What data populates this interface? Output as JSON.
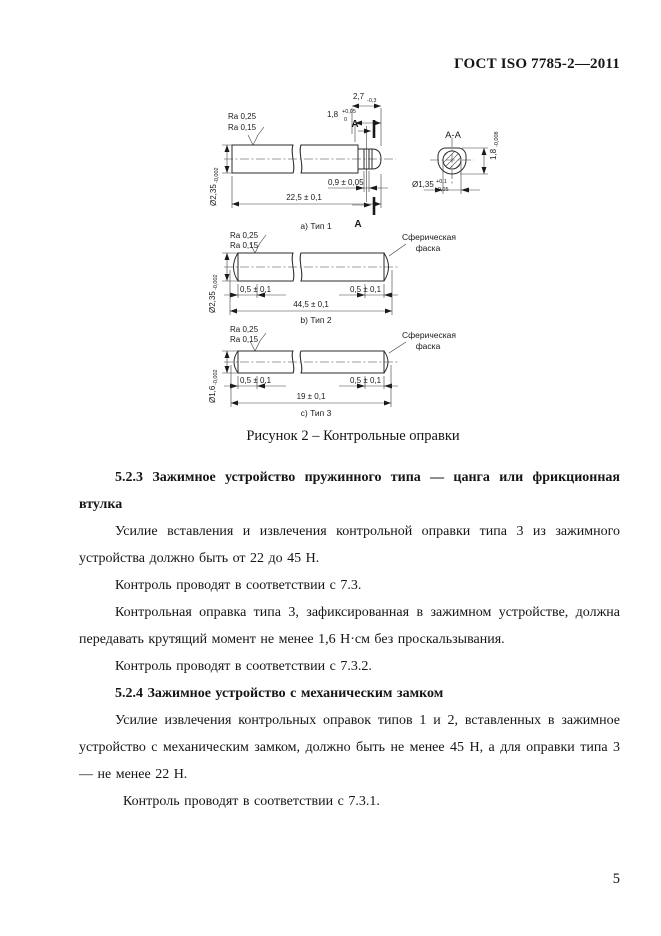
{
  "header": {
    "doc_code": "ГОСТ ISO 7785-2—2011"
  },
  "figure": {
    "caption": "Рисунок 2 – Контрольные оправки",
    "type1": {
      "ra_top": "Ra 0,25",
      "ra_bottom": "Ra 0,15",
      "dim_tip": "2,7",
      "dim_tip_tol": "-0,3",
      "dim_neck": "1,8",
      "dim_neck_tol_up": "+0,05",
      "dim_neck_tol_dn": "0",
      "dim_groove": "0,9 ± 0,05",
      "dim_length": "22,5 ± 0,1",
      "dim_dia": "Ø2,35",
      "dim_dia_tol": "-0,002",
      "section_letter": "А",
      "label": "a) Тип 1"
    },
    "section_aa": {
      "title": "A-A",
      "dim_height": "1,8",
      "dim_height_tol": "-0,008",
      "dim_dia": "Ø1,35",
      "dim_dia_tol_up": "+0,1",
      "dim_dia_tol_dn": "-0,05"
    },
    "type2": {
      "ra_top": "Ra 0,25",
      "ra_bottom": "Ra 0,15",
      "chamfer_line1": "Сферическая",
      "chamfer_line2": "фаска",
      "dim_chamfer_left": "0,5 ± 0,1",
      "dim_chamfer_right": "0,5 ± 0,1",
      "dim_length": "44,5 ± 0,1",
      "dim_dia": "Ø2,35",
      "dim_dia_tol": "-0,002",
      "label": "b) Тип 2"
    },
    "type3": {
      "ra_top": "Ra 0,25",
      "ra_bottom": "Ra 0,15",
      "chamfer_line1": "Сферическая",
      "chamfer_line2": "фаска",
      "dim_chamfer_left": "0,5 ± 0,1",
      "dim_chamfer_right": "0,5 ± 0,1",
      "dim_length": "19 ± 0,1",
      "dim_dia": "Ø1,6",
      "dim_dia_tol": "-0,002",
      "label": "c) Тип 3"
    }
  },
  "content": {
    "paragraphs": [
      {
        "text": "5.2.3 Зажимное устройство пружинного типа — цанга или фрикционная втулка"
      },
      {
        "text": "Усилие вставления и извлечения контрольной оправки типа 3 из зажимного устройства должно быть от 22 до 45 Н."
      },
      {
        "text": "Контроль проводят в соответствии с 7.3."
      },
      {
        "text": "Контрольная оправка типа 3, зафиксированная в зажимном устройстве, должна передавать крутящий момент не менее 1,6 Н·см без проскальзывания."
      },
      {
        "text": "Контроль проводят в соответствии с 7.3.2."
      },
      {
        "text": "5.2.4 Зажимное устройство с механическим замком"
      },
      {
        "text": "Усилие извлечения контрольных оправок типов 1 и 2, вставленных в зажимное устройство с механическим замком, должно быть не менее 45 Н, а для оправки типа 3 — не менее 22 Н."
      },
      {
        "text": "Контроль проводят в соответствии с 7.3.1."
      }
    ]
  },
  "page_number": "5"
}
